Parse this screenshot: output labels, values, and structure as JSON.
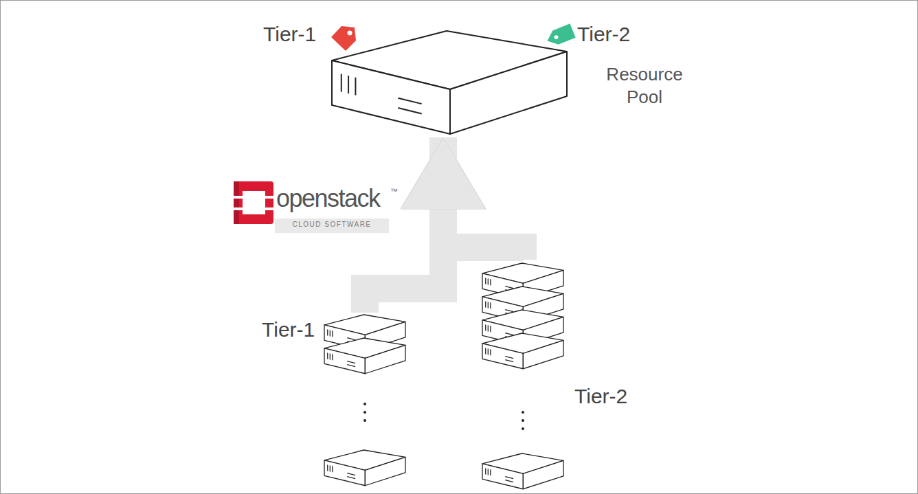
{
  "diagram": {
    "nodes": [
      {
        "text": [
          "Resource Pool"
        ]
      },
      {
        "text": [
          "Tier-1"
        ]
      },
      {
        "text": [
          "Tier-2"
        ]
      }
    ],
    "edges": [
      {
        "from": 1,
        "to": 0,
        "arrow": "to"
      },
      {
        "from": 2,
        "to": 0,
        "arrow": "to"
      }
    ],
    "labels": [
      "Tier-1",
      "Tier-2",
      "openstack",
      "™",
      "CLOUD SOFTWARE"
    ]
  }
}
